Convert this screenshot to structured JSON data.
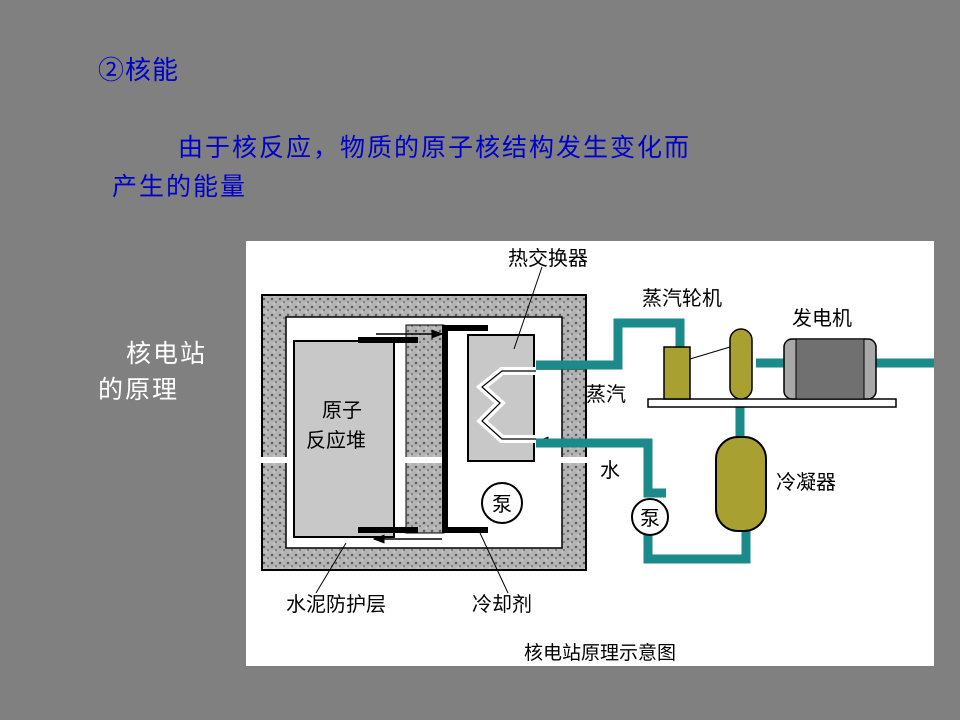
{
  "slide": {
    "heading": "②核能",
    "definition_line1": "由于核反应，物质的原子核结构发生变化而",
    "definition_line2": "产生的能量",
    "side_label_line1": "核电站",
    "side_label_line2": "的原理"
  },
  "diagram": {
    "labels": {
      "heat_exchanger": "热交换器",
      "steam_turbine": "蒸汽轮机",
      "generator": "发电机",
      "reactor_line1": "原子",
      "reactor_line2": "反应堆",
      "steam": "蒸汽",
      "water": "水",
      "pump_inner": "泵",
      "pump_outer": "泵",
      "condenser": "冷凝器",
      "concrete_layer": "水泥防护层",
      "coolant": "冷却剂"
    },
    "caption": "核电站原理示意图",
    "colors": {
      "pipe": "#1a8a8a",
      "equipment": "#a8a030",
      "reactor": "#c8c8c8",
      "concrete": "#a0a0a0",
      "text_blue": "#0000cc"
    }
  }
}
